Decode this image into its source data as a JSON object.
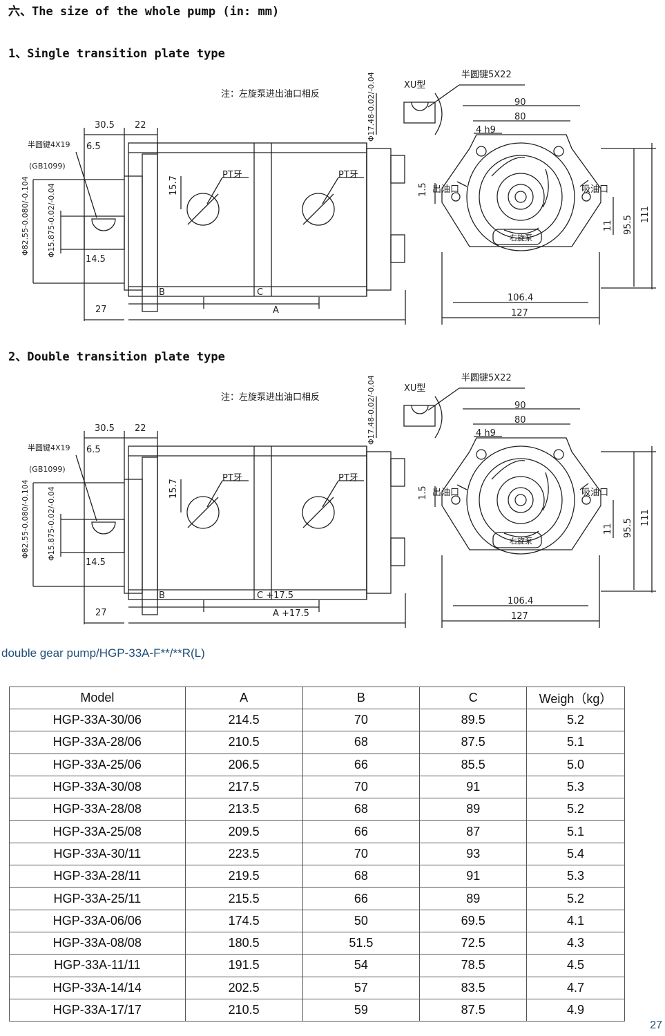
{
  "section_title": "六、The size of the whole pump (in: mm)",
  "drawings": [
    {
      "heading": "1、Single transition plate type",
      "note": "注：左旋泵进出油口相反",
      "labels": {
        "xu": "XU型",
        "key": "半圆键5X22",
        "dim_90": "90",
        "dim_80": "80",
        "tol_4h9": "4 h9",
        "d30_5": "30.5",
        "d22": "22",
        "key_side": "半圆键4X19",
        "gb": "(GB1099)",
        "d6_5": "6.5",
        "d15_7": "15.7",
        "pt1": "PT牙",
        "pt2": "PT牙",
        "shaft_dia": "Φ17.48-0.02/-0.04",
        "pilot_dia": "Φ82.55-0.080/-0.104",
        "shaft_dia2": "Φ15.875-0.02/-0.04",
        "d14_5": "14.5",
        "B": "B",
        "C": "C",
        "A": "A",
        "d27": "27",
        "d1_5": "1.5",
        "outlet": "出油口",
        "inlet": "吸油口",
        "d11": "11",
        "d95_5": "95.5",
        "d111": "111",
        "d106_4": "106.4",
        "d127": "127",
        "rotation": "右旋泵"
      }
    },
    {
      "heading": "2、Double transition plate type",
      "note": "注：左旋泵进出油口相反",
      "labels": {
        "xu": "XU型",
        "key": "半圆键5X22",
        "dim_90": "90",
        "dim_80": "80",
        "tol_4h9": "4 h9",
        "d30_5": "30.5",
        "d22": "22",
        "key_side": "半圆键4X19",
        "gb": "(GB1099)",
        "d6_5": "6.5",
        "d15_7": "15.7",
        "pt1": "PT牙",
        "pt2": "PT牙",
        "shaft_dia": "Φ17.48-0.02/-0.04",
        "pilot_dia": "Φ82.55-0.080/-0.104",
        "shaft_dia2": "Φ15.875-0.02/-0.04",
        "d14_5": "14.5",
        "B": "B",
        "C": "C +17.5",
        "A": "A +17.5",
        "d27": "27",
        "d1_5": "1.5",
        "outlet": "出油口",
        "inlet": "吸油口",
        "d11": "11",
        "d95_5": "95.5",
        "d111": "111",
        "d106_4": "106.4",
        "d127": "127",
        "rotation": "右旋泵"
      }
    }
  ],
  "caption": "double gear pump/HGP-33A-F**/**R(L)",
  "table": {
    "headers": [
      "Model",
      "A",
      "B",
      "C",
      "Weigh（kg）"
    ],
    "rows": [
      [
        "HGP-33A-30/06",
        "214.5",
        "70",
        "89.5",
        "5.2"
      ],
      [
        "HGP-33A-28/06",
        "210.5",
        "68",
        "87.5",
        "5.1"
      ],
      [
        "HGP-33A-25/06",
        "206.5",
        "66",
        "85.5",
        "5.0"
      ],
      [
        "HGP-33A-30/08",
        "217.5",
        "70",
        "91",
        "5.3"
      ],
      [
        "HGP-33A-28/08",
        "213.5",
        "68",
        "89",
        "5.2"
      ],
      [
        "HGP-33A-25/08",
        "209.5",
        "66",
        "87",
        "5.1"
      ],
      [
        "HGP-33A-30/11",
        "223.5",
        "70",
        "93",
        "5.4"
      ],
      [
        "HGP-33A-28/11",
        "219.5",
        "68",
        "91",
        "5.3"
      ],
      [
        "HGP-33A-25/11",
        "215.5",
        "66",
        "89",
        "5.2"
      ],
      [
        "HGP-33A-06/06",
        "174.5",
        "50",
        "69.5",
        "4.1"
      ],
      [
        "HGP-33A-08/08",
        "180.5",
        "51.5",
        "72.5",
        "4.3"
      ],
      [
        "HGP-33A-11/11",
        "191.5",
        "54",
        "78.5",
        "4.5"
      ],
      [
        "HGP-33A-14/14",
        "202.5",
        "57",
        "83.5",
        "4.7"
      ],
      [
        "HGP-33A-17/17",
        "210.5",
        "59",
        "87.5",
        "4.9"
      ]
    ]
  },
  "page_number": "27"
}
